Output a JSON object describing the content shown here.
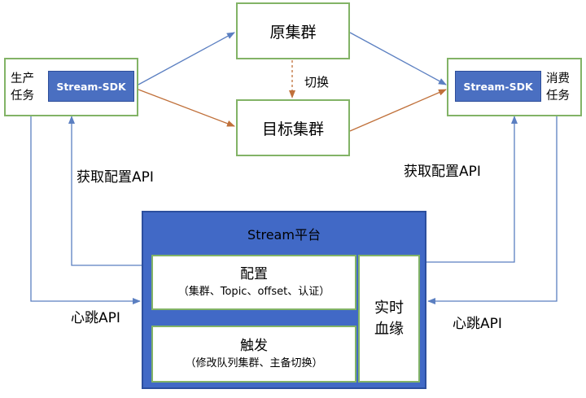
{
  "producer": {
    "label_line1": "生产",
    "label_line2": "任务",
    "sdk": "Stream-SDK"
  },
  "consumer": {
    "label_line1": "消费",
    "label_line2": "任务",
    "sdk": "Stream-SDK"
  },
  "source_cluster": "原集群",
  "target_cluster": "目标集群",
  "switch_label": "切换",
  "get_config_api_left": "获取配置API",
  "get_config_api_right": "获取配置API",
  "heartbeat_api_left": "心跳API",
  "heartbeat_api_right": "心跳API",
  "platform": {
    "title": "Stream平台",
    "config": {
      "title": "配置",
      "detail": "（集群、Topic、offset、认证）"
    },
    "trigger": {
      "title": "触发",
      "detail": "（修改队列集群、主备切换）"
    },
    "lineage": {
      "line1": "实时",
      "line2": "血缘"
    }
  },
  "colors": {
    "blue_line": "#5b7fc1",
    "orange_line": "#c0703a",
    "green_border": "#82b366",
    "platform_fill": "#4169c6",
    "sdk_fill": "#4a6fc1"
  }
}
